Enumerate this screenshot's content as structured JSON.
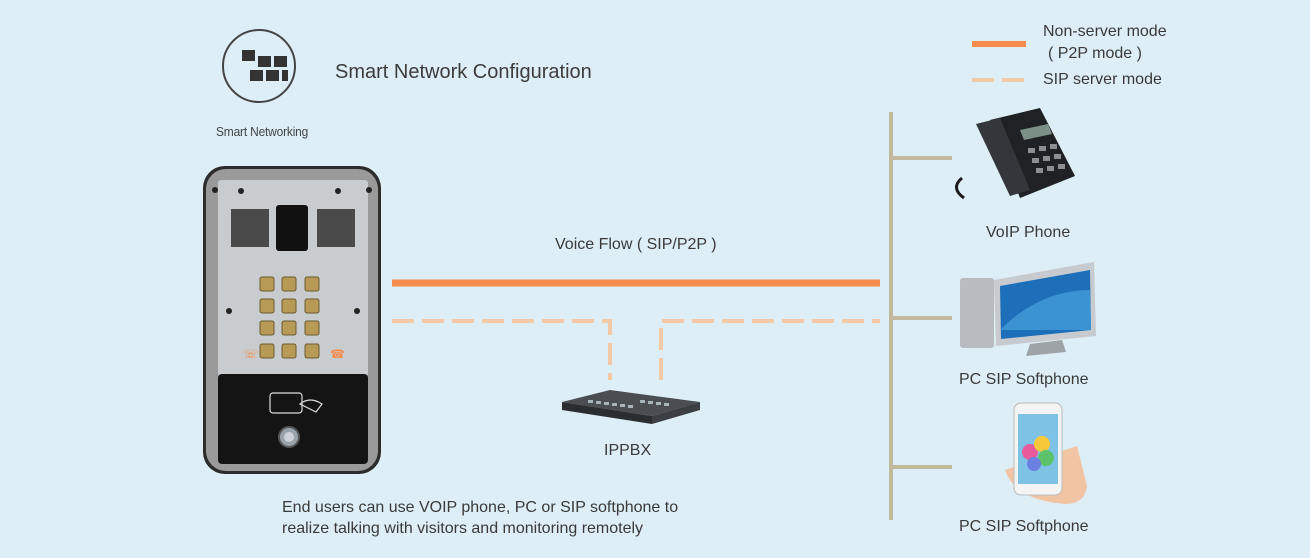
{
  "header": {
    "title": "Smart Network Configuration",
    "logo_caption": "Smart Networking"
  },
  "legend": {
    "solid_label_line1": "Non-server mode",
    "solid_label_line2": "( P2P mode )",
    "dashed_label": "SIP server mode",
    "solid_color": "#f58c4b",
    "dashed_color": "#f3c8a4"
  },
  "diagram": {
    "voice_flow_label": "Voice Flow ( SIP/P2P )",
    "pbx_label": "IPPBX",
    "endpoints": [
      {
        "label": "VoIP Phone",
        "icon": "desk-phone-icon"
      },
      {
        "label": "PC SIP Softphone",
        "icon": "desktop-computer-icon"
      },
      {
        "label": "PC SIP Softphone",
        "icon": "smartphone-icon"
      }
    ],
    "device_icon": "door-intercom-icon",
    "bus_color": "#c2b99c"
  },
  "footer": {
    "line1": "End users can use VOIP phone, PC or SIP softphone to",
    "line2": "realize talking with visitors and monitoring remotely"
  }
}
